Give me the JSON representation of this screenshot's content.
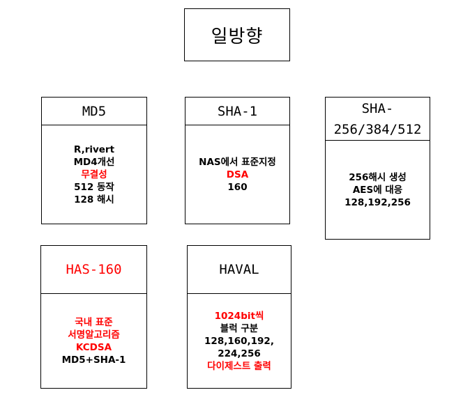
{
  "title": "일방향",
  "colors": {
    "highlight": "#ff0000",
    "text": "#000000"
  },
  "cards": {
    "md5": {
      "header": "MD5",
      "lines": [
        {
          "text": "R,rivert",
          "color": "black"
        },
        {
          "text": "MD4개선",
          "color": "black"
        },
        {
          "text": "무결성",
          "color": "red"
        },
        {
          "text": "512 동작",
          "color": "black"
        },
        {
          "text": "128 해시",
          "color": "black"
        }
      ]
    },
    "sha1": {
      "header": "SHA-1",
      "lines": [
        {
          "text": "NAS에서 표준지정",
          "color": "black"
        },
        {
          "text": "DSA",
          "color": "red"
        },
        {
          "text": "160",
          "color": "black"
        }
      ]
    },
    "sha2": {
      "header_line1": "SHA-",
      "header_line2": "256/384/512",
      "lines": [
        {
          "text": "256해시 생성",
          "color": "black"
        },
        {
          "text": "AES에 대응",
          "color": "black"
        },
        {
          "text": "128,192,256",
          "color": "black"
        }
      ]
    },
    "has160": {
      "header": "HAS-160",
      "header_color": "red",
      "lines": [
        {
          "text": "국내 표준",
          "color": "red"
        },
        {
          "text": "서명알고리즘",
          "color": "red"
        },
        {
          "text": "KCDSA",
          "color": "red"
        },
        {
          "text": "MD5+SHA-1",
          "color": "black"
        }
      ]
    },
    "haval": {
      "header": "HAVAL",
      "lines": [
        {
          "text": "1024bit씩",
          "color": "red"
        },
        {
          "text": "블럭 구분",
          "color": "black"
        },
        {
          "text": "128,160,192,",
          "color": "black"
        },
        {
          "text": "224,256",
          "color": "black"
        },
        {
          "text": "다이제스트 출력",
          "color": "red"
        }
      ]
    }
  }
}
